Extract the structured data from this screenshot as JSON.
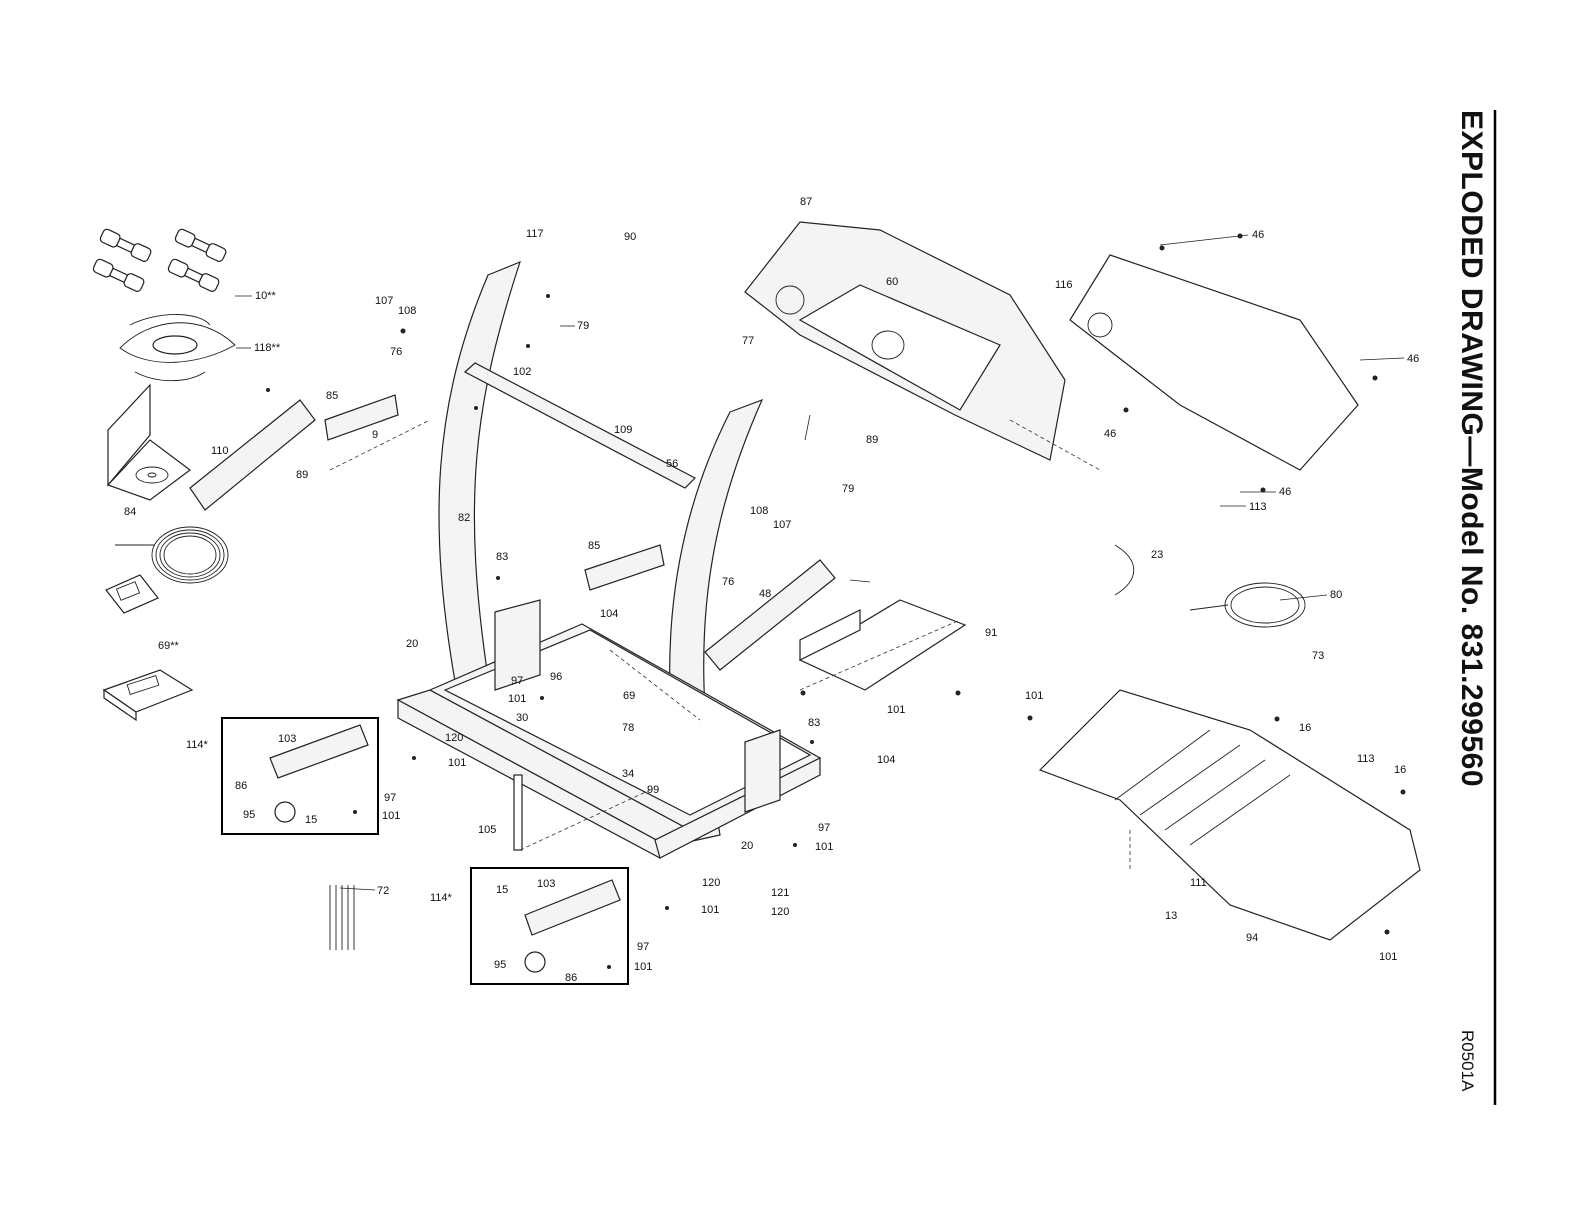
{
  "title": "EXPLODED DRAWING—Model No. 831.299560",
  "drawing_code": "R0501A",
  "callouts": [
    "117",
    "90",
    "87",
    "46",
    "116",
    "10**",
    "107",
    "108",
    "79",
    "76",
    "118**",
    "60",
    "77",
    "102",
    "85",
    "110",
    "9",
    "109",
    "89",
    "56",
    "84",
    "89",
    "79",
    "82",
    "108",
    "107",
    "85",
    "83",
    "76",
    "23",
    "80",
    "48",
    "104",
    "91",
    "69**",
    "73",
    "20",
    "97",
    "96",
    "101",
    "69",
    "30",
    "78",
    "101",
    "101",
    "103",
    "120",
    "114*",
    "83",
    "104",
    "86",
    "97",
    "34",
    "99",
    "101",
    "16",
    "113",
    "16",
    "95",
    "15",
    "101",
    "105",
    "97",
    "101",
    "20",
    "111",
    "72",
    "114*",
    "15",
    "103",
    "120",
    "121",
    "101",
    "120",
    "13",
    "94",
    "101",
    "97",
    "95",
    "101",
    "86",
    "46",
    "46",
    "46",
    "113"
  ]
}
